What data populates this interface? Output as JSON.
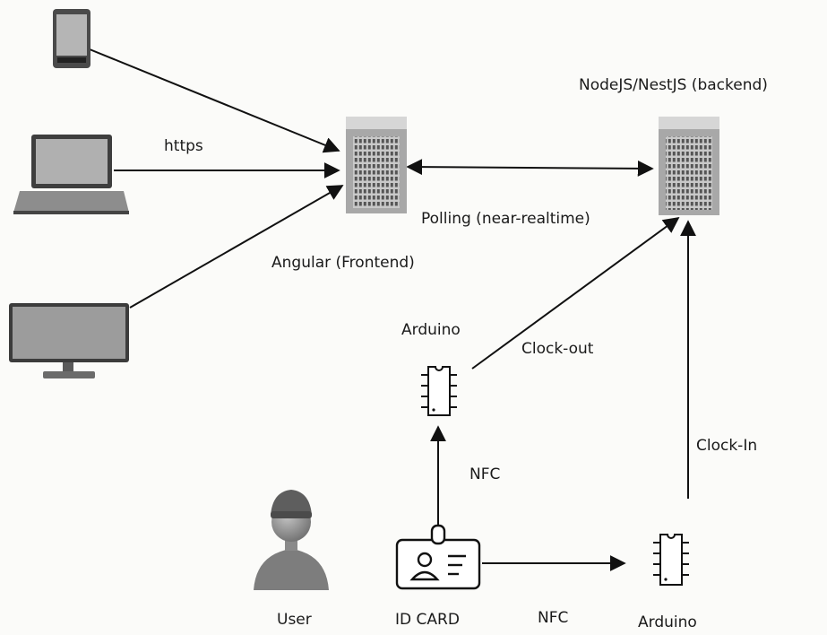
{
  "labels": {
    "https": "https",
    "backend": "NodeJS/NestJS (backend)",
    "frontend": "Angular (Frontend)",
    "polling": "Polling (near-realtime)",
    "arduino_top": "Arduino",
    "clock_out": "Clock-out",
    "clock_in": "Clock-In",
    "nfc_vertical": "NFC",
    "user": "User",
    "id_card": "ID CARD",
    "nfc_horizontal": "NFC",
    "arduino_bottom": "Arduino"
  },
  "colors": {
    "line": "#111111",
    "device_dark": "#3a3a3a",
    "device_mid": "#8a8a8a",
    "device_light": "#c9c9c9",
    "server_body": "#a8a8a8",
    "user_fill": "#9a9a9a"
  }
}
